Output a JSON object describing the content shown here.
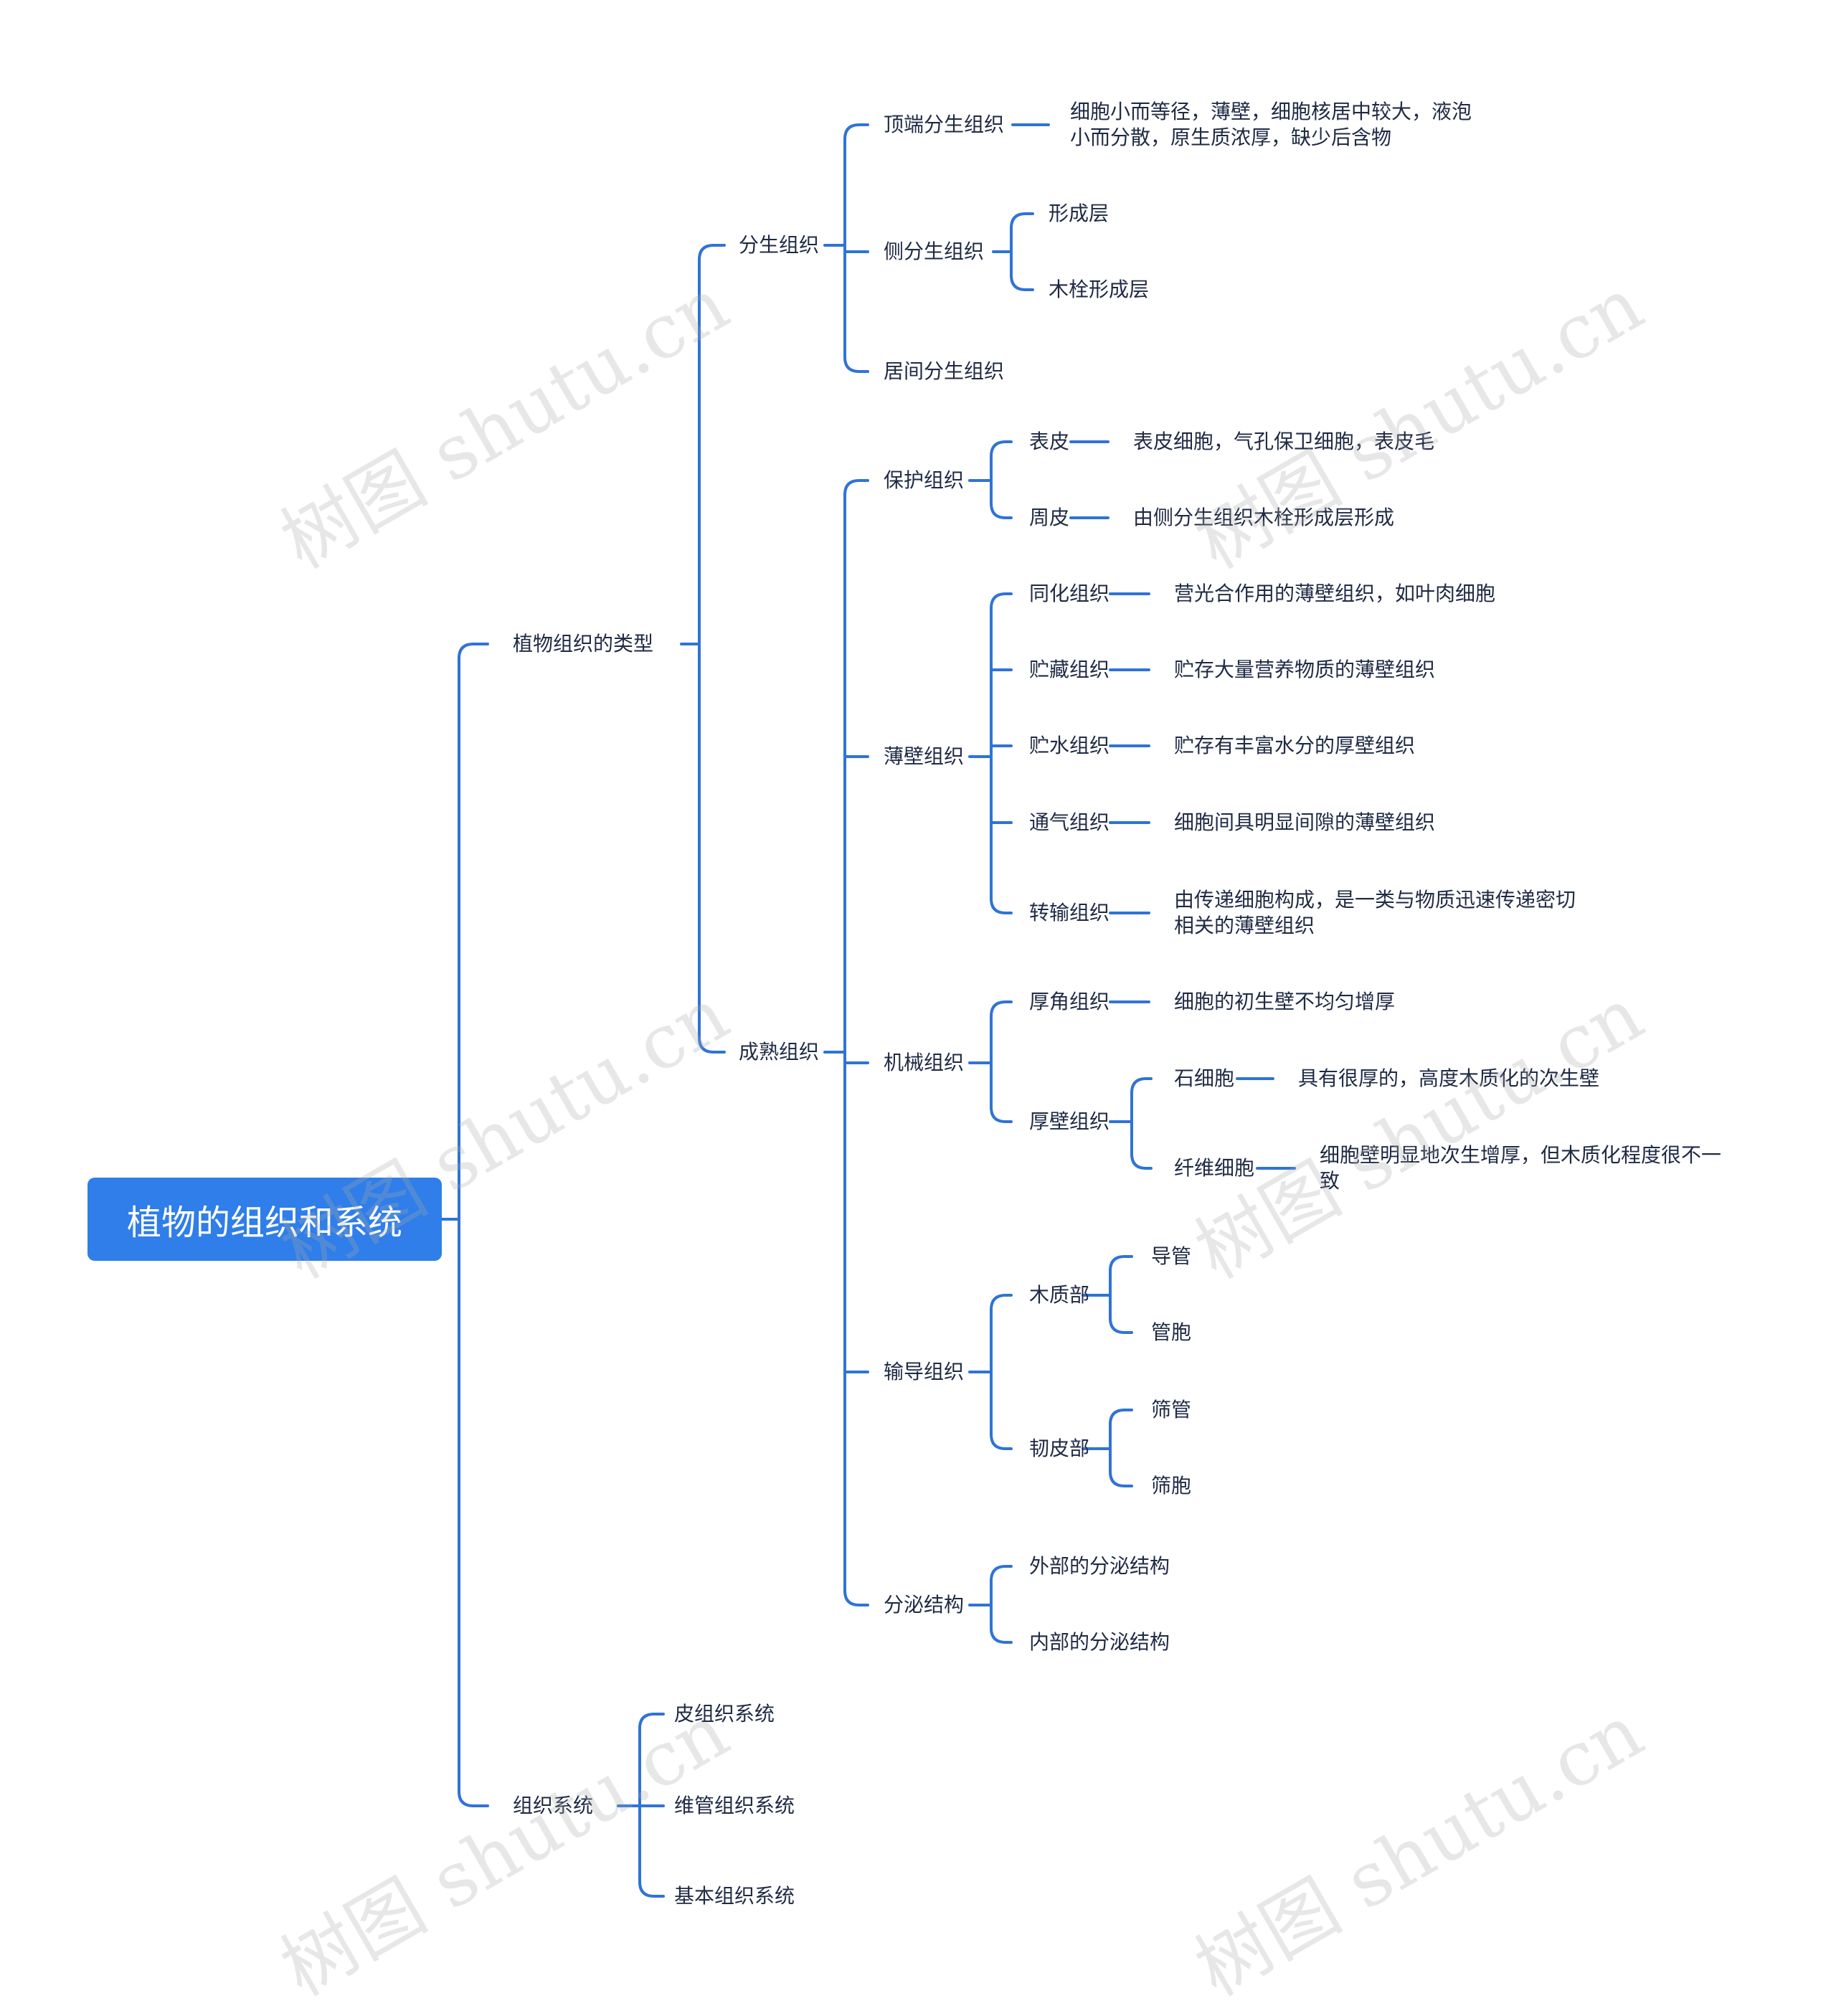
{
  "root": "植物的组织和系统",
  "nodes": {
    "types": "植物组织的类型",
    "tissue_system": "组织系统",
    "meristem": "分生组织",
    "mature": "成熟组织",
    "apical": "顶端分生组织",
    "apical_desc_1": "细胞小而等径，薄壁，细胞核居中较大，液泡",
    "apical_desc_2": "小而分散，原生质浓厚，缺少后含物",
    "lateral": "侧分生组织",
    "cambium": "形成层",
    "cork_cambium": "木栓形成层",
    "intercalary": "居间分生组织",
    "protective": "保护组织",
    "epidermis": "表皮",
    "epidermis_desc": "表皮细胞，气孔保卫细胞，表皮毛",
    "periderm": "周皮",
    "periderm_desc": "由侧分生组织木栓形成层形成",
    "parenchyma": "薄壁组织",
    "assim": "同化组织",
    "assim_desc": "营光合作用的薄壁组织，如叶肉细胞",
    "storage": "贮藏组织",
    "storage_desc": "贮存大量营养物质的薄壁组织",
    "water": "贮水组织",
    "water_desc": "贮存有丰富水分的厚壁组织",
    "aeren": "通气组织",
    "aeren_desc": "细胞间具明显间隙的薄壁组织",
    "transfer": "转输组织",
    "transfer_desc_1": "由传递细胞构成，是一类与物质迅速传递密切",
    "transfer_desc_2": "相关的薄壁组织",
    "mechanical": "机械组织",
    "collen": "厚角组织",
    "collen_desc": "细胞的初生壁不均匀增厚",
    "scleren": "厚壁组织",
    "sclereid": "石细胞",
    "sclereid_desc": "具有很厚的，高度木质化的次生壁",
    "fiber": "纤维细胞",
    "fiber_desc_1": "细胞壁明显地次生增厚，但木质化程度很不一",
    "fiber_desc_2": "致",
    "conducting": "输导组织",
    "xylem": "木质部",
    "vessel": "导管",
    "tracheid": "管胞",
    "phloem": "韧皮部",
    "sieve_tube": "筛管",
    "sieve_cell": "筛胞",
    "secretory": "分泌结构",
    "ext_secretory": "外部的分泌结构",
    "int_secretory": "内部的分泌结构",
    "dermal_sys": "皮组织系统",
    "vascular_sys": "维管组织系统",
    "ground_sys": "基本组织系统"
  },
  "watermark": "树图 shutu.cn",
  "colors": {
    "accent": "#2f7ee9",
    "line": "#2f73d6",
    "text": "#1f2a44"
  }
}
